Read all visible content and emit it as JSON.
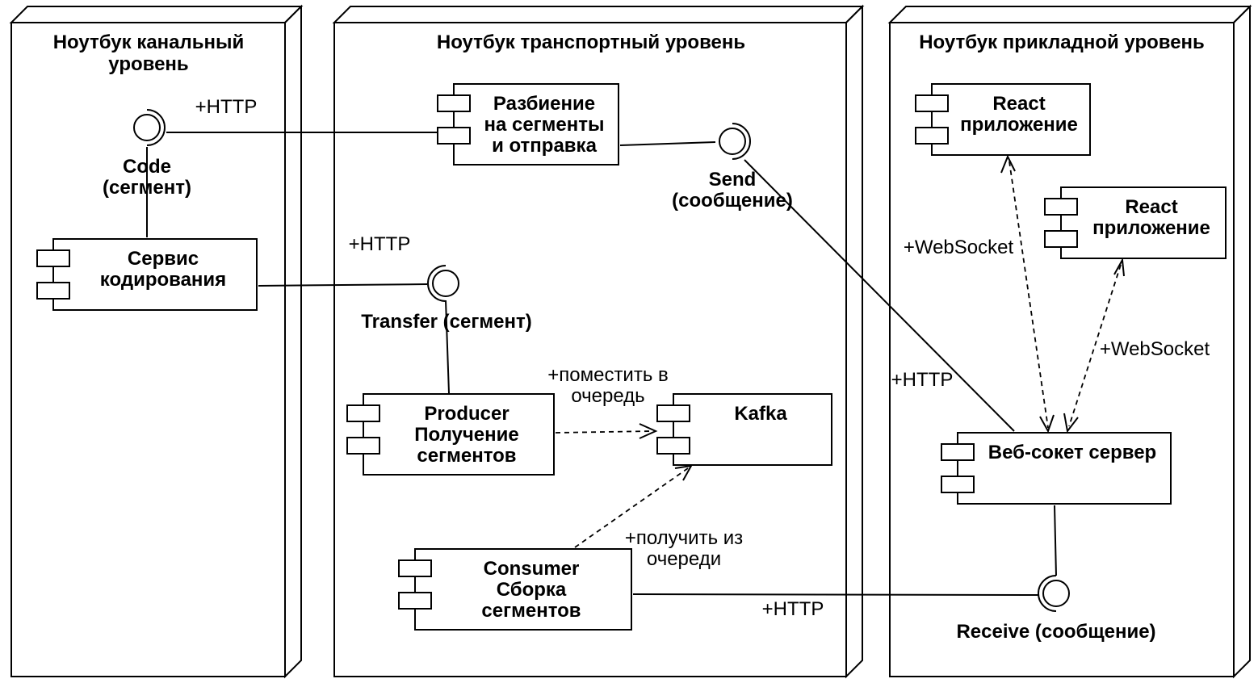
{
  "nodes": {
    "link": {
      "title_l1": "Ноутбук канальный",
      "title_l2": "уровень"
    },
    "transport": {
      "title": "Ноутбук транспортный уровень"
    },
    "app": {
      "title": "Ноутбук прикладной уровень"
    }
  },
  "components": {
    "encoder": {
      "l1": "Сервис",
      "l2": "кодирования"
    },
    "splitter": {
      "l1": "Разбиение",
      "l2": "на сегменты",
      "l3": "и отправка"
    },
    "producer": {
      "l1": "Producer",
      "l2": "Получение",
      "l3": "сегментов"
    },
    "kafka": {
      "l1": "Kafka"
    },
    "consumer": {
      "l1": "Consumer",
      "l2": "Сборка",
      "l3": "сегментов"
    },
    "react1": {
      "l1": "React",
      "l2": "приложение"
    },
    "react2": {
      "l1": "React",
      "l2": "приложение"
    },
    "ws_server": {
      "l1": "Веб-сокет сервер"
    }
  },
  "interfaces": {
    "code": {
      "l1": "Code",
      "l2": "(сегмент)"
    },
    "send": {
      "l1": "Send",
      "l2": "(сообщение)"
    },
    "transfer": {
      "l1": "Transfer (сегмент)"
    },
    "receive": {
      "l1": "Receive (сообщение)"
    }
  },
  "labels": {
    "http_code": "+HTTP",
    "http_transfer": "+HTTP",
    "http_send": "+HTTP",
    "http_receive": "+HTTP",
    "enqueue_l1": "+поместить в",
    "enqueue_l2": "очередь",
    "dequeue_l1": "+получить из",
    "dequeue_l2": "очереди",
    "websocket1": "+WebSocket",
    "websocket2": "+WebSocket"
  }
}
